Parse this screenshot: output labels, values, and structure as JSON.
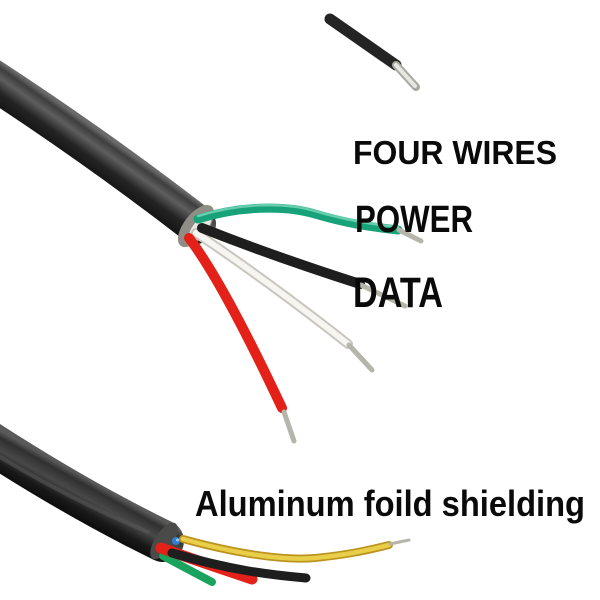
{
  "image_type": "annotated-product-photo",
  "background_color": "#ffffff",
  "annotations": {
    "four_wires": "FOUR WIRES",
    "power": "POWER",
    "data": "DATA",
    "shielding": "Aluminum foild shielding",
    "text_color": "#0a0a0a"
  },
  "cables": {
    "main_cable": {
      "jacket_color": "#1e1e1e",
      "highlight_color": "#5e5e5e",
      "end_face_color": "#8f8d85",
      "foil_color": "#e9e7e0"
    },
    "bottom_cable": {
      "jacket_color": "#161616",
      "highlight_color": "#5a5a5a",
      "end_face_color": "#4a4a48"
    },
    "stripped_wire": {
      "insulation_color": "#242424",
      "tip_color": "#e6e6e2"
    }
  },
  "wires": {
    "green": "#17a27a",
    "green_highlight": "#6fd3b4",
    "black": "#1e1e1e",
    "white": "#f6f5f2",
    "white_edge": "#c9c6c0",
    "red": "#e32119",
    "yellow": "#e9cf49",
    "yellow_edge": "#bb941f",
    "blue": "#2e7fd2",
    "bottom_green": "#19a35d",
    "bare_tip": "#b5b5ac"
  }
}
